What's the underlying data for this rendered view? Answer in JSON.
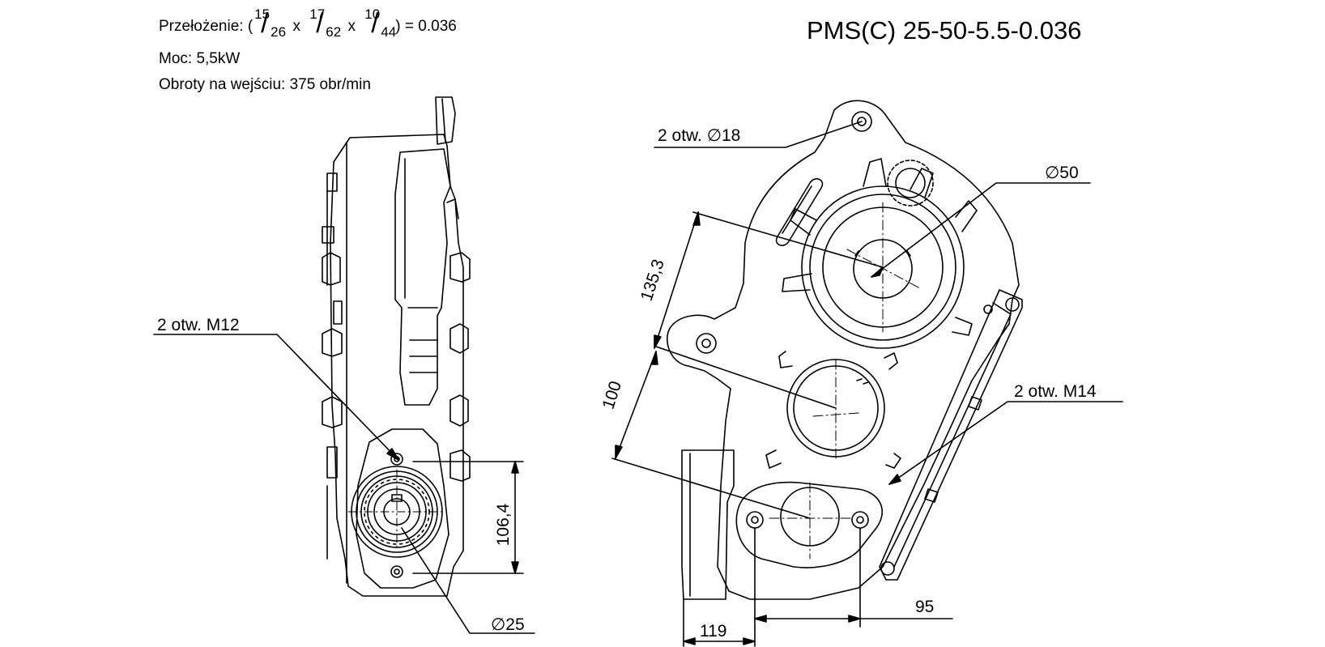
{
  "specs": {
    "ratio_label": "Przełożenie:",
    "ratio_open": "(",
    "fractions": [
      {
        "num": "15",
        "den": "26"
      },
      {
        "num": "17",
        "den": "62"
      },
      {
        "num": "10",
        "den": "44"
      }
    ],
    "ratio_op": "x",
    "ratio_result": ") = 0.036",
    "power": "Moc: 5,5kW",
    "speed": "Obroty na wejściu: 375 obr/min"
  },
  "model": "PMS(C) 25-50-5.5-0.036",
  "side_view": {
    "holes_label": "2 otw. M12",
    "dim_height": "106,4",
    "dim_shaft": "∅25"
  },
  "front_view": {
    "top_holes_label": "2 otw. ∅18",
    "shaft_dia": "∅50",
    "dim_upper": "135,3",
    "dim_lower": "100",
    "side_holes_label": "2 otw. M14",
    "dim_flange": "95",
    "dim_base": "119"
  },
  "colors": {
    "line": "#000000",
    "background": "#ffffff"
  }
}
